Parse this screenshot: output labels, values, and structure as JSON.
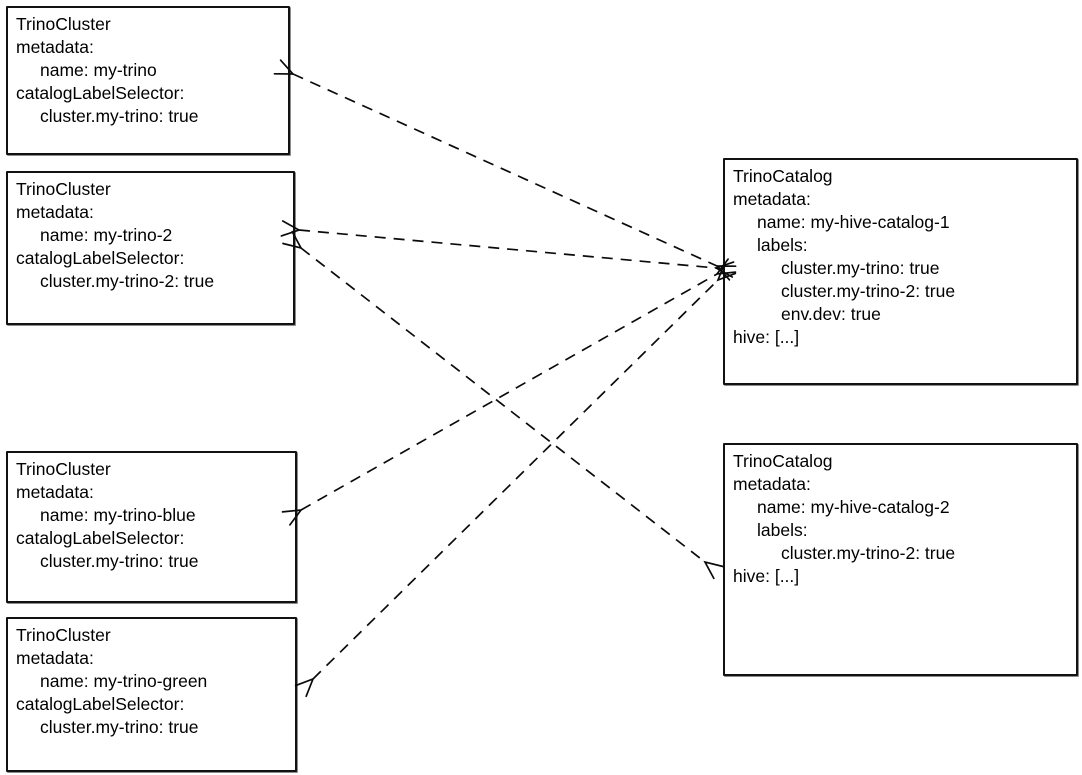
{
  "diagram": {
    "kind_cluster": "TrinoCluster",
    "kind_catalog": "TrinoCatalog"
  },
  "boxes": [
    {
      "type": "TrinoCluster",
      "name": "my-trino",
      "lines": [
        "TrinoCluster",
        "metadata:",
        "name: my-trino",
        "catalogLabelSelector:",
        "cluster.my-trino: true"
      ]
    },
    {
      "type": "TrinoCluster",
      "name": "my-trino-2",
      "lines": [
        "TrinoCluster",
        "metadata:",
        "name: my-trino-2",
        "catalogLabelSelector:",
        "cluster.my-trino-2: true"
      ]
    },
    {
      "type": "TrinoCluster",
      "name": "my-trino-blue",
      "lines": [
        "TrinoCluster",
        "metadata:",
        "name: my-trino-blue",
        "catalogLabelSelector:",
        "cluster.my-trino: true"
      ]
    },
    {
      "type": "TrinoCluster",
      "name": "my-trino-green",
      "lines": [
        "TrinoCluster",
        "metadata:",
        "name: my-trino-green",
        "catalogLabelSelector:",
        "cluster.my-trino: true"
      ]
    },
    {
      "type": "TrinoCatalog",
      "name": "my-hive-catalog-1",
      "lines": [
        "TrinoCatalog",
        "metadata:",
        "name: my-hive-catalog-1",
        "labels:",
        "cluster.my-trino: true",
        "cluster.my-trino-2: true",
        "env.dev: true",
        "hive: [...]"
      ]
    },
    {
      "type": "TrinoCatalog",
      "name": "my-hive-catalog-2",
      "lines": [
        "TrinoCatalog",
        "metadata:",
        "name: my-hive-catalog-2",
        "labels:",
        "cluster.my-trino-2: true",
        "hive: [...]"
      ]
    }
  ],
  "connections": [
    {
      "from": "my-hive-catalog-1",
      "to": "my-trino",
      "style": "dashed",
      "bidirectional": true
    },
    {
      "from": "my-hive-catalog-1",
      "to": "my-trino-2",
      "style": "dashed",
      "bidirectional": true
    },
    {
      "from": "my-hive-catalog-1",
      "to": "my-trino-blue",
      "style": "dashed",
      "bidirectional": true
    },
    {
      "from": "my-hive-catalog-1",
      "to": "my-trino-green",
      "style": "dashed",
      "bidirectional": true
    },
    {
      "from": "my-hive-catalog-2",
      "to": "my-trino-2",
      "style": "dashed",
      "bidirectional": true
    }
  ],
  "colors": {
    "background": "#ffffff",
    "border": "#121212",
    "text": "#000000",
    "arrow": "#0b0b0b"
  }
}
